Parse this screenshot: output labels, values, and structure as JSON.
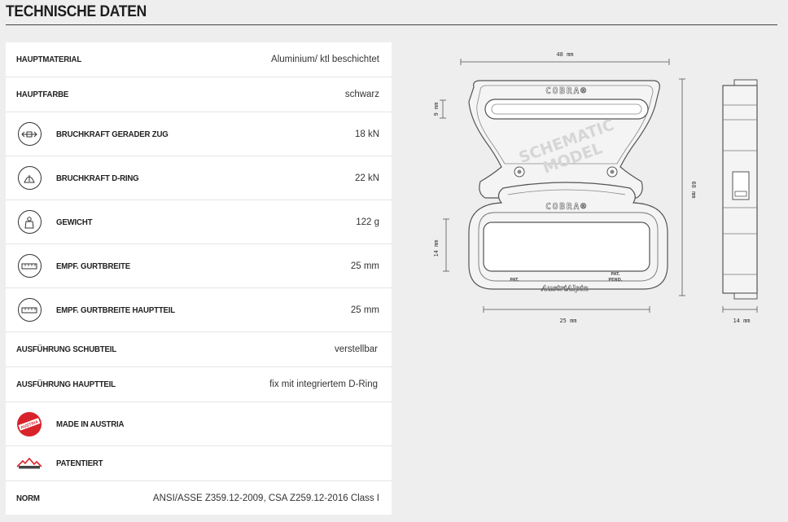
{
  "page": {
    "title": "TECHNISCHE DATEN"
  },
  "specs": [
    {
      "label": "HAUPTMATERIAL",
      "value": "Aluminium/ ktl beschichtet",
      "icon": null
    },
    {
      "label": "HAUPTFARBE",
      "value": "schwarz",
      "icon": null
    },
    {
      "label": "BRUCHKRAFT GERADER ZUG",
      "value": "18 kN",
      "icon": "straight-pull-icon"
    },
    {
      "label": "BRUCHKRAFT D-RING",
      "value": "22 kN",
      "icon": "d-ring-icon"
    },
    {
      "label": "GEWICHT",
      "value": "122 g",
      "icon": "weight-icon"
    },
    {
      "label": "EMPF. GURTBREITE",
      "value": "25 mm",
      "icon": "ruler-icon"
    },
    {
      "label": "EMPF. GURTBREITE HAUPTTEIL",
      "value": "25 mm",
      "icon": "ruler-icon"
    },
    {
      "label": "AUSFÜHRUNG SCHUBTEIL",
      "value": "verstellbar",
      "icon": null
    },
    {
      "label": "AUSFÜHRUNG HAUPTTEIL",
      "value": "fix mit integriertem D-Ring",
      "icon": null
    },
    {
      "label": "MADE IN AUSTRIA",
      "value": "",
      "icon": "austria-badge-icon"
    },
    {
      "label": "PATENTIERT",
      "value": "",
      "icon": "austrialpin-logo-icon"
    },
    {
      "label": "NORM",
      "value": "ANSI/ASSE Z359.12-2009, CSA Z259.12-2016 Class I",
      "icon": null
    }
  ],
  "badge": {
    "austria_text": "AUSTRIA",
    "badge_color": "#d8232a"
  },
  "diagram": {
    "watermark_line1": "SCHEMATIC",
    "watermark_line2": "MODEL",
    "brand_top": "COBRA®",
    "brand_bottom": "COBRA®",
    "maker_logo": "AustriAlpin",
    "pat_left": "PAT.",
    "pat_right_1": "PAT.",
    "pat_right_2": "PEND.",
    "dim_width": "48 mm",
    "dim_slot": "9 mm",
    "dim_lower": "14 mm",
    "dim_height": "68 mm",
    "dim_webbing": "25 mm",
    "dim_side": "14 mm"
  }
}
